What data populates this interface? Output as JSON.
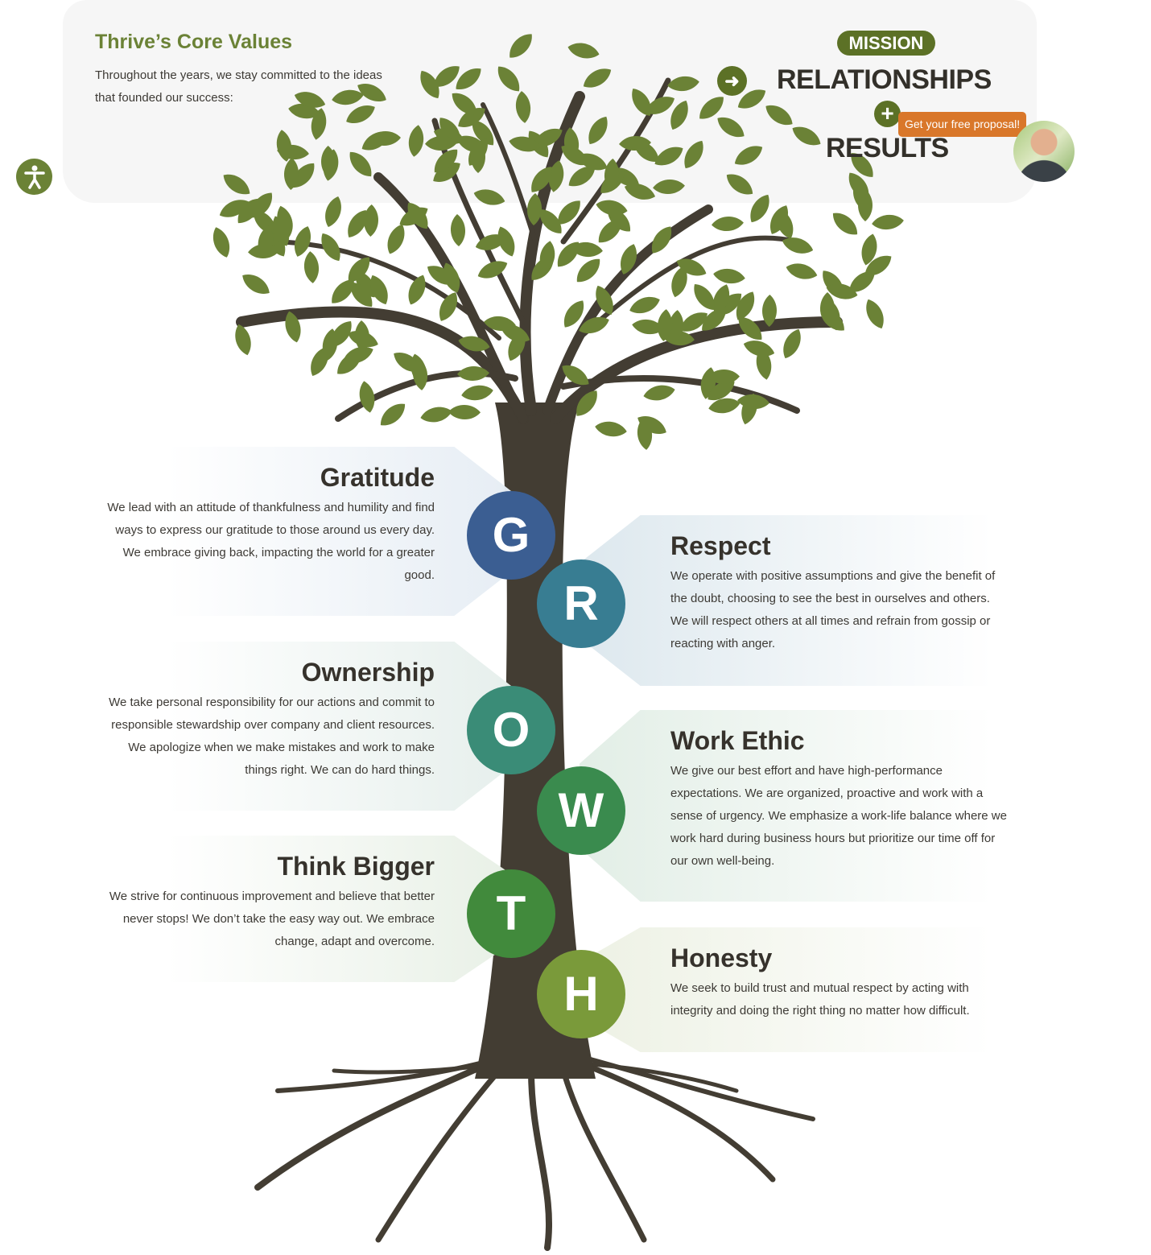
{
  "header": {
    "title": "Thrive’s Core Values",
    "intro": "Throughout the years, we stay committed to the ideas that founded our success:"
  },
  "mission": {
    "badge": "MISSION",
    "line1": "RELATIONSHIPS",
    "line2": "RESULTS",
    "arrow_icon": "arrow-right-icon",
    "plus_icon": "plus-icon"
  },
  "cta": {
    "label": "Get your free proposal!"
  },
  "colors": {
    "leaf": "#6b8236",
    "trunk": "#433d33",
    "accent": "#d9772a"
  },
  "values": [
    {
      "letter": "G",
      "title": "Gratitude",
      "text": "We lead with an attitude of thankfulness and humility and find ways to express our gratitude to those around us every day. We embrace giving back, impacting the world for a greater good.",
      "color": "#3b5e92"
    },
    {
      "letter": "R",
      "title": "Respect",
      "text": "We operate with positive assumptions and give the benefit of the doubt, choosing to see the best in ourselves and others. We will respect others at all times and refrain from gossip or reacting with anger.",
      "color": "#387d92"
    },
    {
      "letter": "O",
      "title": "Ownership",
      "text": "We take personal responsibility for our actions and commit to responsible stewardship over company and client resources. We apologize when we make mistakes and work to make things right. We can do hard things.",
      "color": "#3a8c77"
    },
    {
      "letter": "W",
      "title": "Work Ethic",
      "text": "We give our best effort and have high-performance expectations. We are organized, proactive and work with a sense of urgency. We emphasize a work-life balance where we work hard during business hours but prioritize our time off for our own well-being.",
      "color": "#3a8b4e"
    },
    {
      "letter": "T",
      "title": "Think Bigger",
      "text": "We strive for continuous improvement and believe that better never stops! We don’t take the easy way out. We embrace change, adapt and overcome.",
      "color": "#418a3c"
    },
    {
      "letter": "H",
      "title": "Honesty",
      "text": "We seek to build trust and mutual respect by acting with integrity and doing the right thing no matter how difficult.",
      "color": "#7a9a3a"
    }
  ]
}
